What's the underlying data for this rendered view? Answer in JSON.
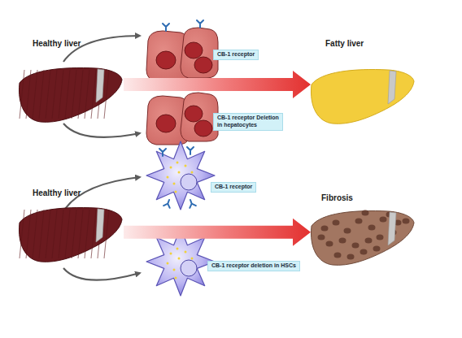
{
  "diagram": {
    "nodes": [
      {
        "text": [
          "Healthy liver"
        ]
      },
      {
        "text": [
          "CB-1 receptor"
        ]
      },
      {
        "text": [
          "CB-1 receptor Deletion in hepatocytes"
        ]
      },
      {
        "text": [
          "Fatty liver"
        ]
      },
      {
        "text": [
          "Healthy liver"
        ]
      },
      {
        "text": [
          "CB-1 receptor"
        ]
      },
      {
        "text": [
          "CB-1 receptor deletion in HSCs"
        ]
      },
      {
        "text": [
          "Fibrosis"
        ]
      }
    ],
    "edges": [
      {
        "from": 0,
        "to": 3,
        "arrow": "to"
      },
      {
        "from": 4,
        "to": 7,
        "arrow": "to"
      }
    ]
  }
}
